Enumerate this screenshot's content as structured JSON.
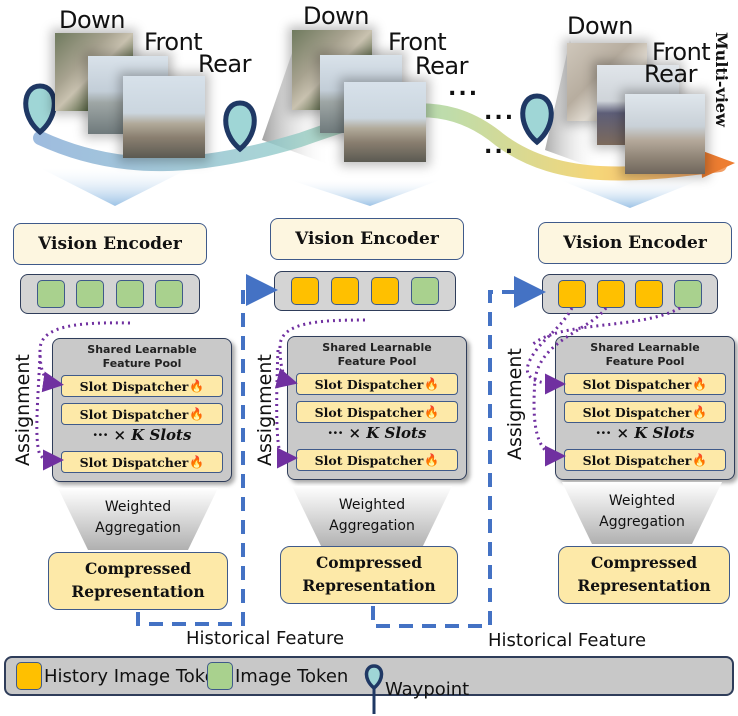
{
  "figure": {
    "side_label": "Multi-view",
    "timesteps": [
      {
        "views": [
          "Down",
          "Front",
          "Rear"
        ],
        "encoder_label": "Vision Encoder",
        "tokens": [
          "image",
          "image",
          "image",
          "image"
        ],
        "assignment_label": "Assignment",
        "pool_title_line1": "Shared Learnable",
        "pool_title_line2": "Feature Pool",
        "slots": [
          "Slot Dispatcher",
          "Slot Dispatcher",
          "Slot Dispatcher"
        ],
        "k_slots_prefix": "··· ×",
        "k_slots_label": "K Slots",
        "aggregation_line1": "Weighted",
        "aggregation_line2": "Aggregation",
        "compressed_line1": "Compressed",
        "compressed_line2": "Representation"
      },
      {
        "views": [
          "Down",
          "Front",
          "Rear"
        ],
        "encoder_label": "Vision Encoder",
        "tokens": [
          "history",
          "history",
          "history",
          "image"
        ],
        "assignment_label": "Assignment",
        "pool_title_line1": "Shared Learnable",
        "pool_title_line2": "Feature Pool",
        "slots": [
          "Slot Dispatcher",
          "Slot Dispatcher",
          "Slot Dispatcher"
        ],
        "k_slots_prefix": "··· ×",
        "k_slots_label": "K Slots",
        "aggregation_line1": "Weighted",
        "aggregation_line2": "Aggregation",
        "compressed_line1": "Compressed",
        "compressed_line2": "Representation"
      },
      {
        "views": [
          "Down",
          "Front",
          "Rear"
        ],
        "encoder_label": "Vision Encoder",
        "tokens": [
          "history",
          "history",
          "history",
          "image"
        ],
        "assignment_label": "Assignment",
        "pool_title_line1": "Shared Learnable",
        "pool_title_line2": "Feature Pool",
        "slots": [
          "Slot Dispatcher",
          "Slot Dispatcher",
          "Slot Dispatcher"
        ],
        "k_slots_prefix": "··· ×",
        "k_slots_label": "K Slots",
        "aggregation_line1": "Weighted",
        "aggregation_line2": "Aggregation",
        "compressed_line1": "Compressed",
        "compressed_line2": "Representation"
      }
    ],
    "ellipsis": "...",
    "historical_feature_labels": [
      "Historical Feature",
      "Historical Feature"
    ],
    "fire_icon": "🔥"
  },
  "legend": {
    "items": [
      {
        "icon": "history-token-swatch",
        "label": "History Image Token",
        "color": "#FFC000"
      },
      {
        "icon": "image-token-swatch",
        "label": "Image Token",
        "color": "#A9D18E"
      },
      {
        "icon": "waypoint-icon",
        "label": "Waypoint",
        "color": "#1F3864"
      }
    ]
  },
  "colors": {
    "history_token": "#FFC000",
    "image_token": "#A9D18E",
    "box_fill": "#FDE9A8",
    "encoder_fill": "#FDF6E0",
    "pool_fill": "#C9C9C9",
    "dashed_flow": "#4472C4",
    "assignment_arrow": "#7030A0",
    "waypoint": "#1F3864",
    "waypoint_head": "#9FD6D6",
    "trajectory_end": "#ED7D31"
  }
}
